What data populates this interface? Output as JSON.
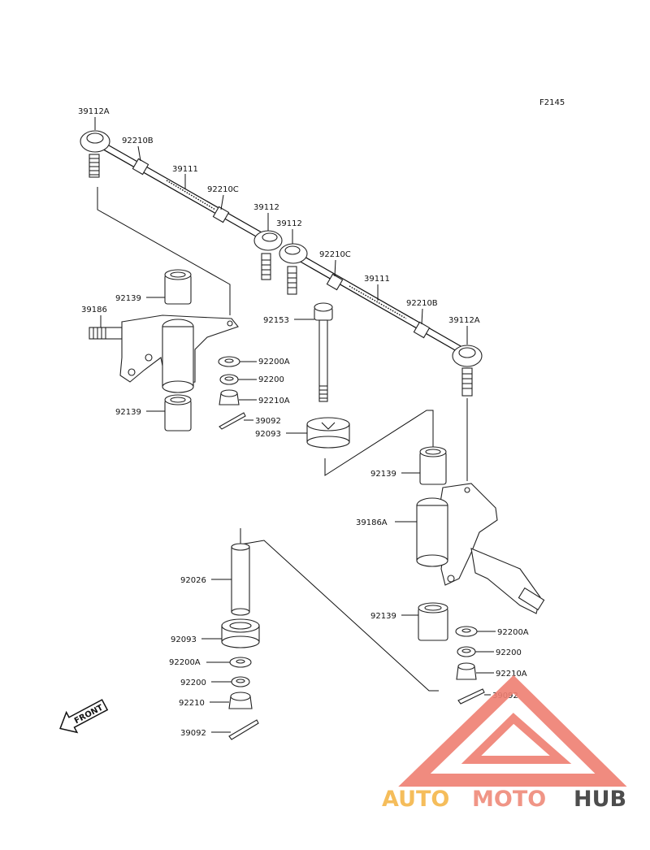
{
  "drawing_code": "F2145",
  "front_label": "FRONT",
  "watermark": {
    "part1": "AUTO",
    "part2": "MOTO",
    "part3": "HUB",
    "color1": "#f5b64a",
    "color2": "#ef8a7a",
    "color3": "#3a3a3a",
    "triangle_color": "#ef7f72"
  },
  "callouts": [
    {
      "id": "c1",
      "text": "39112A"
    },
    {
      "id": "c2",
      "text": "92210B"
    },
    {
      "id": "c3",
      "text": "39111"
    },
    {
      "id": "c4",
      "text": "92210C"
    },
    {
      "id": "c5",
      "text": "39112"
    },
    {
      "id": "c6",
      "text": "39112"
    },
    {
      "id": "c7",
      "text": "92210C"
    },
    {
      "id": "c8",
      "text": "39111"
    },
    {
      "id": "c9",
      "text": "92210B"
    },
    {
      "id": "c10",
      "text": "39112A"
    },
    {
      "id": "c11",
      "text": "92139"
    },
    {
      "id": "c12",
      "text": "39186"
    },
    {
      "id": "c13",
      "text": "92153"
    },
    {
      "id": "c14",
      "text": "92200A"
    },
    {
      "id": "c15",
      "text": "92200"
    },
    {
      "id": "c16",
      "text": "92210A"
    },
    {
      "id": "c17",
      "text": "92139"
    },
    {
      "id": "c18",
      "text": "39092"
    },
    {
      "id": "c19",
      "text": "92093"
    },
    {
      "id": "c20",
      "text": "92139"
    },
    {
      "id": "c21",
      "text": "39186A"
    },
    {
      "id": "c22",
      "text": "92026"
    },
    {
      "id": "c23",
      "text": "92139"
    },
    {
      "id": "c24",
      "text": "92200A"
    },
    {
      "id": "c25",
      "text": "92093"
    },
    {
      "id": "c26",
      "text": "92200"
    },
    {
      "id": "c27",
      "text": "92200A"
    },
    {
      "id": "c28",
      "text": "92210A"
    },
    {
      "id": "c29",
      "text": "92200"
    },
    {
      "id": "c30",
      "text": "39092"
    },
    {
      "id": "c31",
      "text": "92210"
    },
    {
      "id": "c32",
      "text": "39092"
    }
  ]
}
